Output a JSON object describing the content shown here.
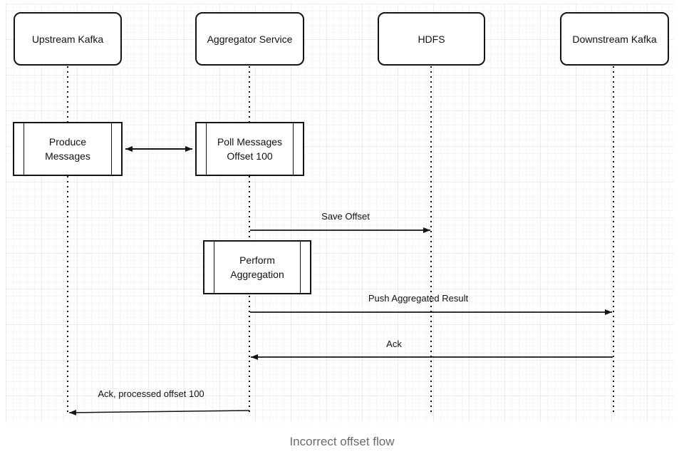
{
  "diagram": {
    "title_caption": "Incorrect offset flow",
    "actors": [
      {
        "id": "upstream-kafka",
        "label": "Upstream Kafka"
      },
      {
        "id": "aggregator-service",
        "label": "Aggregator Service"
      },
      {
        "id": "hdfs",
        "label": "HDFS"
      },
      {
        "id": "downstream-kafka",
        "label": "Downstream Kafka"
      }
    ],
    "activations": [
      {
        "id": "produce-messages",
        "label": "Produce\nMessages"
      },
      {
        "id": "poll-messages",
        "label": "Poll Messages\nOffset 100"
      },
      {
        "id": "perform-aggregation",
        "label": "Perform\nAggregation"
      }
    ],
    "messages": [
      {
        "id": "save-offset",
        "label": "Save Offset",
        "from": "Aggregator Service",
        "to": "HDFS"
      },
      {
        "id": "push-aggregated-result",
        "label": "Push Aggregated Result",
        "from": "Aggregator Service",
        "to": "Downstream Kafka"
      },
      {
        "id": "ack",
        "label": "Ack",
        "from": "Downstream Kafka",
        "to": "Aggregator Service"
      },
      {
        "id": "ack-processed-offset",
        "label": "Ack, processed offset 100",
        "from": "Aggregator Service",
        "to": "Upstream Kafka"
      }
    ],
    "colors": {
      "stroke": "#141414",
      "caption_text": "#6b6b6b",
      "grid_minor": "#f6f6f6",
      "grid_major": "#ececec",
      "background": "#ffffff"
    }
  }
}
